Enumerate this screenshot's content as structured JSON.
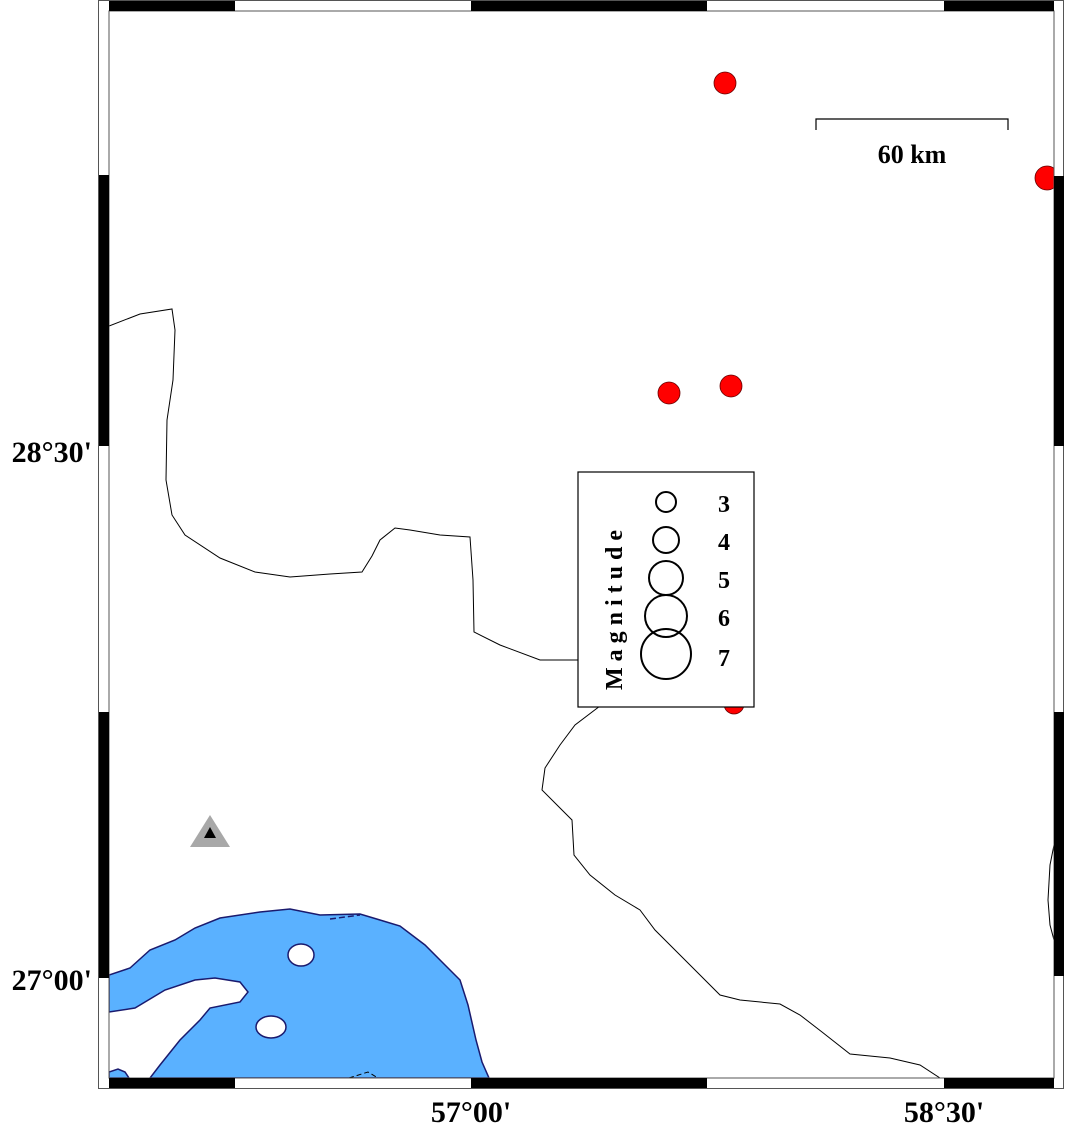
{
  "map": {
    "axes": {
      "left_ticks": [
        "28°30'",
        "27°00'"
      ],
      "bottom_ticks": [
        "57°00'",
        "58°30'"
      ]
    },
    "scale_bar": {
      "label": "60 km"
    },
    "legend": {
      "title": "Magnitude",
      "entries": [
        "3",
        "4",
        "5",
        "6",
        "7"
      ]
    },
    "colors": {
      "sea": "#5ab1ff",
      "coastline": "#1a1a6e",
      "event": "#ff0000",
      "station": "#a8a8a8"
    },
    "events_count": 5,
    "station_symbol": "triangle"
  }
}
